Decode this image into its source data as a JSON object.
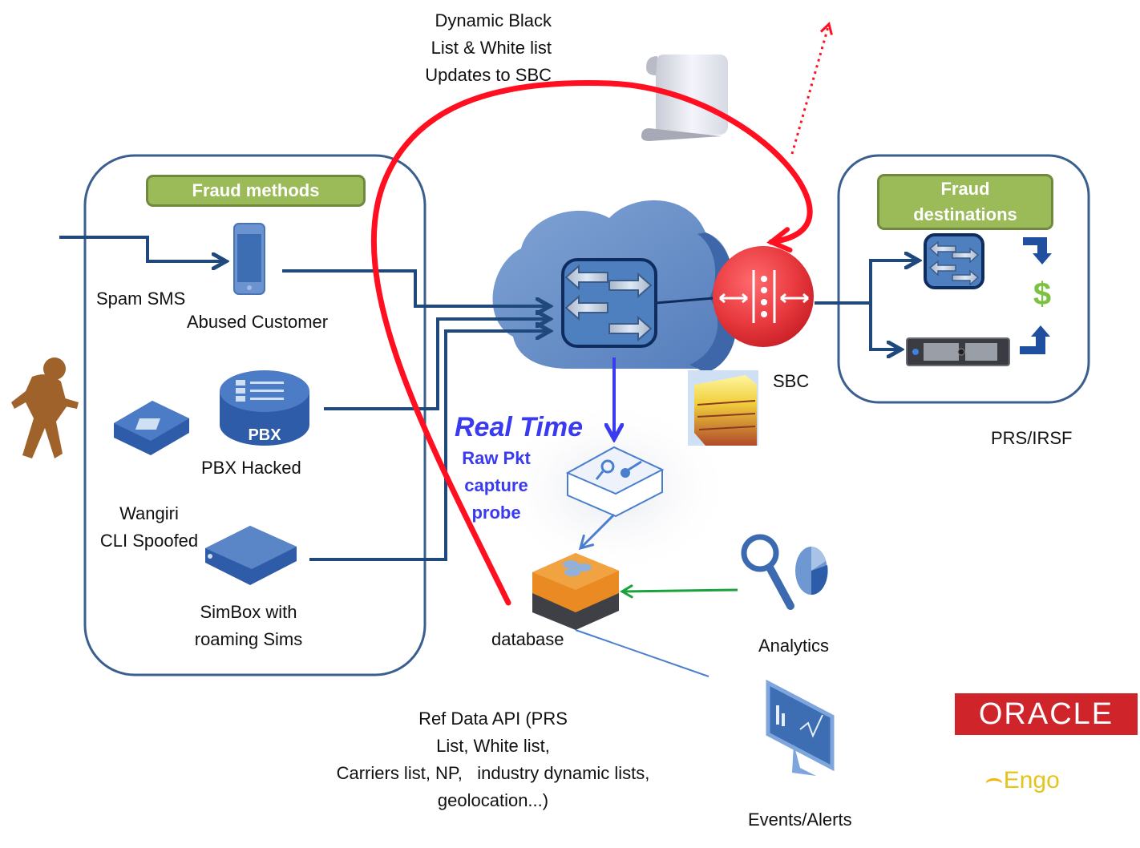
{
  "title": "Fraud detection architecture",
  "top_note": {
    "lines": [
      "Dynamic Black",
      "List & White list",
      "Updates to SBC"
    ]
  },
  "fraud_methods": {
    "header": "Fraud methods",
    "items": [
      {
        "id": "spam-sms",
        "label": "Spam SMS",
        "icon": "smartphone-icon"
      },
      {
        "id": "abused-customer",
        "label": "Abused Customer",
        "icon": "smartphone-icon"
      },
      {
        "id": "pbx-hacked",
        "label": "PBX Hacked",
        "icon": "pbx-icon",
        "icon_text": "PBX"
      },
      {
        "id": "wangiri",
        "label_lines": [
          "Wangiri",
          "CLI Spoofed"
        ],
        "icon": "desk-phone-icon"
      },
      {
        "id": "simbox",
        "label_lines": [
          "SimBox with",
          "roaming Sims"
        ],
        "icon": "simbox-icon"
      }
    ]
  },
  "core": {
    "cloud_switch": "network-switch-icon",
    "sbc_label": "SBC",
    "firewall": "firewall-icon"
  },
  "real_time": {
    "title": "Real Time",
    "lines": [
      "Raw Pkt",
      "capture",
      "probe"
    ]
  },
  "database": {
    "label": "database"
  },
  "analytics": {
    "label": "Analytics"
  },
  "events": {
    "label": "Events/Alerts"
  },
  "ref_data": {
    "lines": [
      "Ref Data API (PRS",
      "List, White list,",
      "Carriers list, NP,   industry dynamic lists,",
      "geolocation...)"
    ]
  },
  "fraud_destinations": {
    "header_lines": [
      "Fraud",
      "destinations"
    ],
    "dollar": "$",
    "footer": "PRS/IRSF"
  },
  "logos": {
    "oracle": "ORACLE",
    "engo": "Engo"
  },
  "colors": {
    "flow_line": "#1f497d",
    "badge_green": "#9bbb59",
    "update_red": "#ff0f1f",
    "real_time_blue": "#3a3af0",
    "analytics_green": "#1aa33a",
    "sbc_red": "#e83a3f"
  }
}
